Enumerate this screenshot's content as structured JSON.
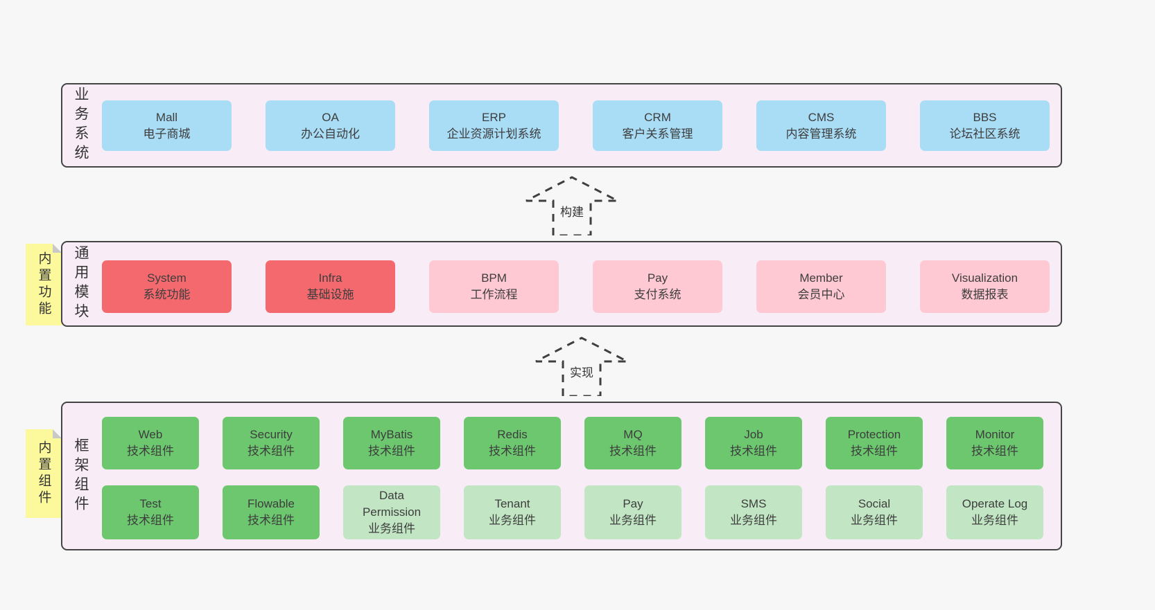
{
  "colors": {
    "page_bg": "#f7f7f7",
    "container_bg": "#f8edf6",
    "container_border": "#454545",
    "box_blue": "#a9dcf5",
    "box_red": "#f4696e",
    "box_pink": "#ffc9d4",
    "box_green": "#6cc76f",
    "box_lightgreen": "#c2e6c4",
    "note_yellow": "#fbf99c",
    "arrow_stroke": "#3f3f3f"
  },
  "sections": {
    "business": {
      "label": "业务系统",
      "boxes": [
        {
          "name": "Mall",
          "desc": "电子商城",
          "variant": "blue"
        },
        {
          "name": "OA",
          "desc": "办公自动化",
          "variant": "blue"
        },
        {
          "name": "ERP",
          "desc": "企业资源计划系统",
          "variant": "blue"
        },
        {
          "name": "CRM",
          "desc": "客户关系管理",
          "variant": "blue"
        },
        {
          "name": "CMS",
          "desc": "内容管理系统",
          "variant": "blue"
        },
        {
          "name": "BBS",
          "desc": "论坛社区系统",
          "variant": "blue"
        }
      ]
    },
    "modules": {
      "label": "通用模块",
      "note": "内置功能",
      "boxes": [
        {
          "name": "System",
          "desc": "系统功能",
          "variant": "red"
        },
        {
          "name": "Infra",
          "desc": "基础设施",
          "variant": "red"
        },
        {
          "name": "BPM",
          "desc": "工作流程",
          "variant": "pink"
        },
        {
          "name": "Pay",
          "desc": "支付系统",
          "variant": "pink"
        },
        {
          "name": "Member",
          "desc": "会员中心",
          "variant": "pink"
        },
        {
          "name": "Visualization",
          "desc": "数据报表",
          "variant": "pink"
        }
      ]
    },
    "components": {
      "label": "框架组件",
      "note": "内置组件",
      "row1": [
        {
          "name": "Web",
          "desc": "技术组件",
          "variant": "green"
        },
        {
          "name": "Security",
          "desc": "技术组件",
          "variant": "green"
        },
        {
          "name": "MyBatis",
          "desc": "技术组件",
          "variant": "green"
        },
        {
          "name": "Redis",
          "desc": "技术组件",
          "variant": "green"
        },
        {
          "name": "MQ",
          "desc": "技术组件",
          "variant": "green"
        },
        {
          "name": "Job",
          "desc": "技术组件",
          "variant": "green"
        },
        {
          "name": "Protection",
          "desc": "技术组件",
          "variant": "green"
        },
        {
          "name": "Monitor",
          "desc": "技术组件",
          "variant": "green"
        }
      ],
      "row2": [
        {
          "name": "Test",
          "desc": "技术组件",
          "variant": "green"
        },
        {
          "name": "Flowable",
          "desc": "技术组件",
          "variant": "green"
        },
        {
          "name": "Data Permission",
          "desc": "业务组件",
          "variant": "lightgreen"
        },
        {
          "name": "Tenant",
          "desc": "业务组件",
          "variant": "lightgreen"
        },
        {
          "name": "Pay",
          "desc": "业务组件",
          "variant": "lightgreen"
        },
        {
          "name": "SMS",
          "desc": "业务组件",
          "variant": "lightgreen"
        },
        {
          "name": "Social",
          "desc": "业务组件",
          "variant": "lightgreen"
        },
        {
          "name": "Operate Log",
          "desc": "业务组件",
          "variant": "lightgreen"
        }
      ]
    }
  },
  "arrows": [
    {
      "label": "构建"
    },
    {
      "label": "实现"
    }
  ]
}
